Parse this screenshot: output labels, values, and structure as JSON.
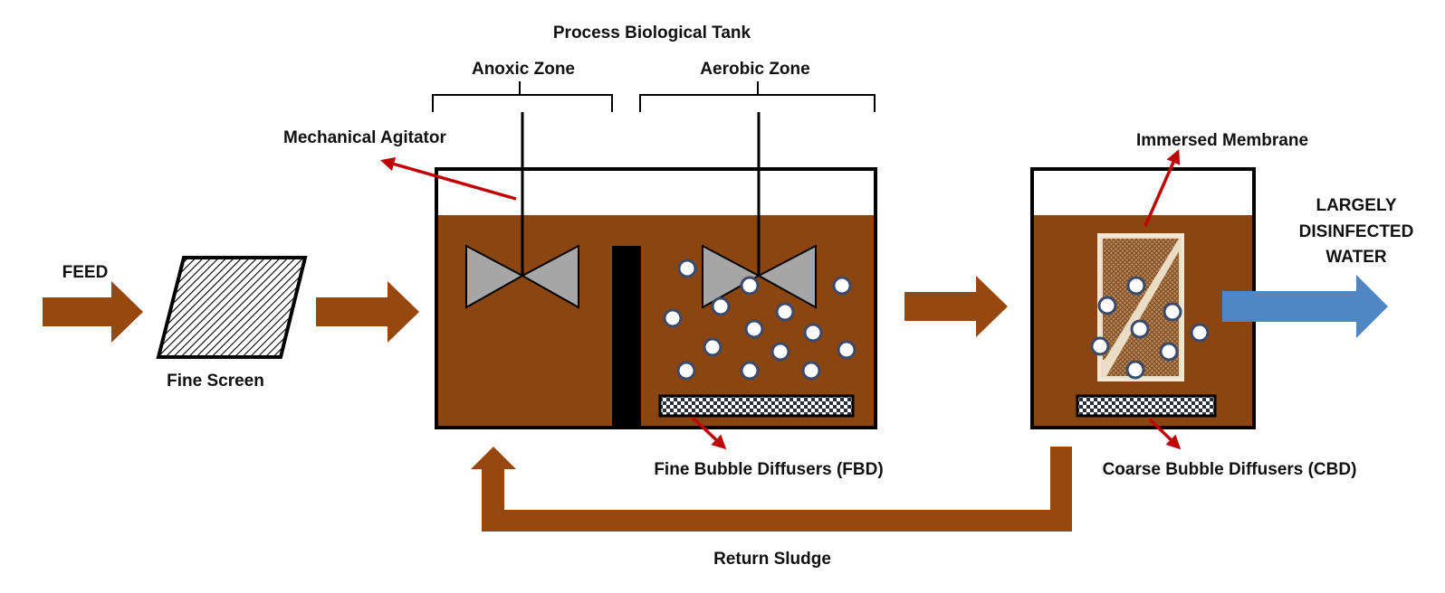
{
  "labels": {
    "feed": "FEED",
    "fine_screen": "Fine Screen",
    "process_tank": "Process Biological Tank",
    "anoxic_zone": "Anoxic Zone",
    "aerobic_zone": "Aerobic Zone",
    "mechanical_agitator": "Mechanical Agitator",
    "fine_bubble_diffusers": "Fine Bubble Diffusers (FBD)",
    "immersed_membrane": "Immersed Membrane",
    "coarse_bubble_diffusers": "Coarse Bubble Diffusers (CBD)",
    "output_line1": "LARGELY",
    "output_line2": "DISINFECTED",
    "output_line3": "WATER",
    "return_sludge": "Return Sludge"
  },
  "colors": {
    "sludge_brown": "#8B4510",
    "flow_arrow": "#97480E",
    "clean_water_arrow": "#4F86C6",
    "callout_arrow": "#C00000",
    "agitator_blade": "#A6A6A6",
    "bubble_fill": "#FFFFFF",
    "bubble_outline": "#3B4A6B",
    "baffle": "#000000",
    "membrane_fill": "#C8A27A"
  }
}
